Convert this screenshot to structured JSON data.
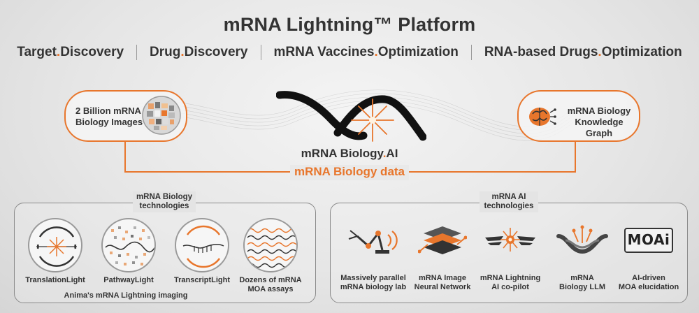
{
  "header": {
    "title": "mRNA Lightning™ Platform",
    "areas": [
      {
        "part1": "Target",
        "sep": ".",
        "part2": "Discovery"
      },
      {
        "part1": "Drug",
        "sep": ".",
        "part2": "Discovery"
      },
      {
        "part1": "mRNA Vaccines",
        "sep": ".",
        "part2": "Optimization"
      },
      {
        "part1": "RNA-based Drugs",
        "sep": ".",
        "part2": "Optimization"
      }
    ]
  },
  "hub": {
    "left_line1": "2 Billion mRNA",
    "left_line2": "Biology Images",
    "right_line1": "mRNA Biology",
    "right_line2": "Knowledge Graph",
    "center_part1": "mRNA Biology",
    "center_sep": ".",
    "center_part2": "AI",
    "data_label": "mRNA Biology data"
  },
  "biology_panel": {
    "title_line1": "mRNA Biology",
    "title_line2": "technologies",
    "footer": "Anima's mRNA Lightning imaging",
    "items": [
      {
        "line1": "TranslationLight",
        "line2": ""
      },
      {
        "line1": "PathwayLight",
        "line2": ""
      },
      {
        "line1": "TranscriptLight",
        "line2": ""
      },
      {
        "line1": "Dozens of mRNA",
        "line2": "MOA assays"
      }
    ]
  },
  "ai_panel": {
    "title_line1": "mRNA AI",
    "title_line2": "technologies",
    "logo_text": "MOAi",
    "items": [
      {
        "line1": "Massively parallel",
        "line2": "mRNA biology lab"
      },
      {
        "line1": "mRNA Image",
        "line2": "Neural Network"
      },
      {
        "line1": "mRNA Lightning",
        "line2": "AI co-pilot"
      },
      {
        "line1": "mRNA",
        "line2": "Biology LLM"
      },
      {
        "line1": "AI-driven",
        "line2": "MOA elucidation"
      }
    ]
  },
  "colors": {
    "accent": "#e8762c",
    "text": "#333333",
    "border": "#8a8a8a"
  }
}
